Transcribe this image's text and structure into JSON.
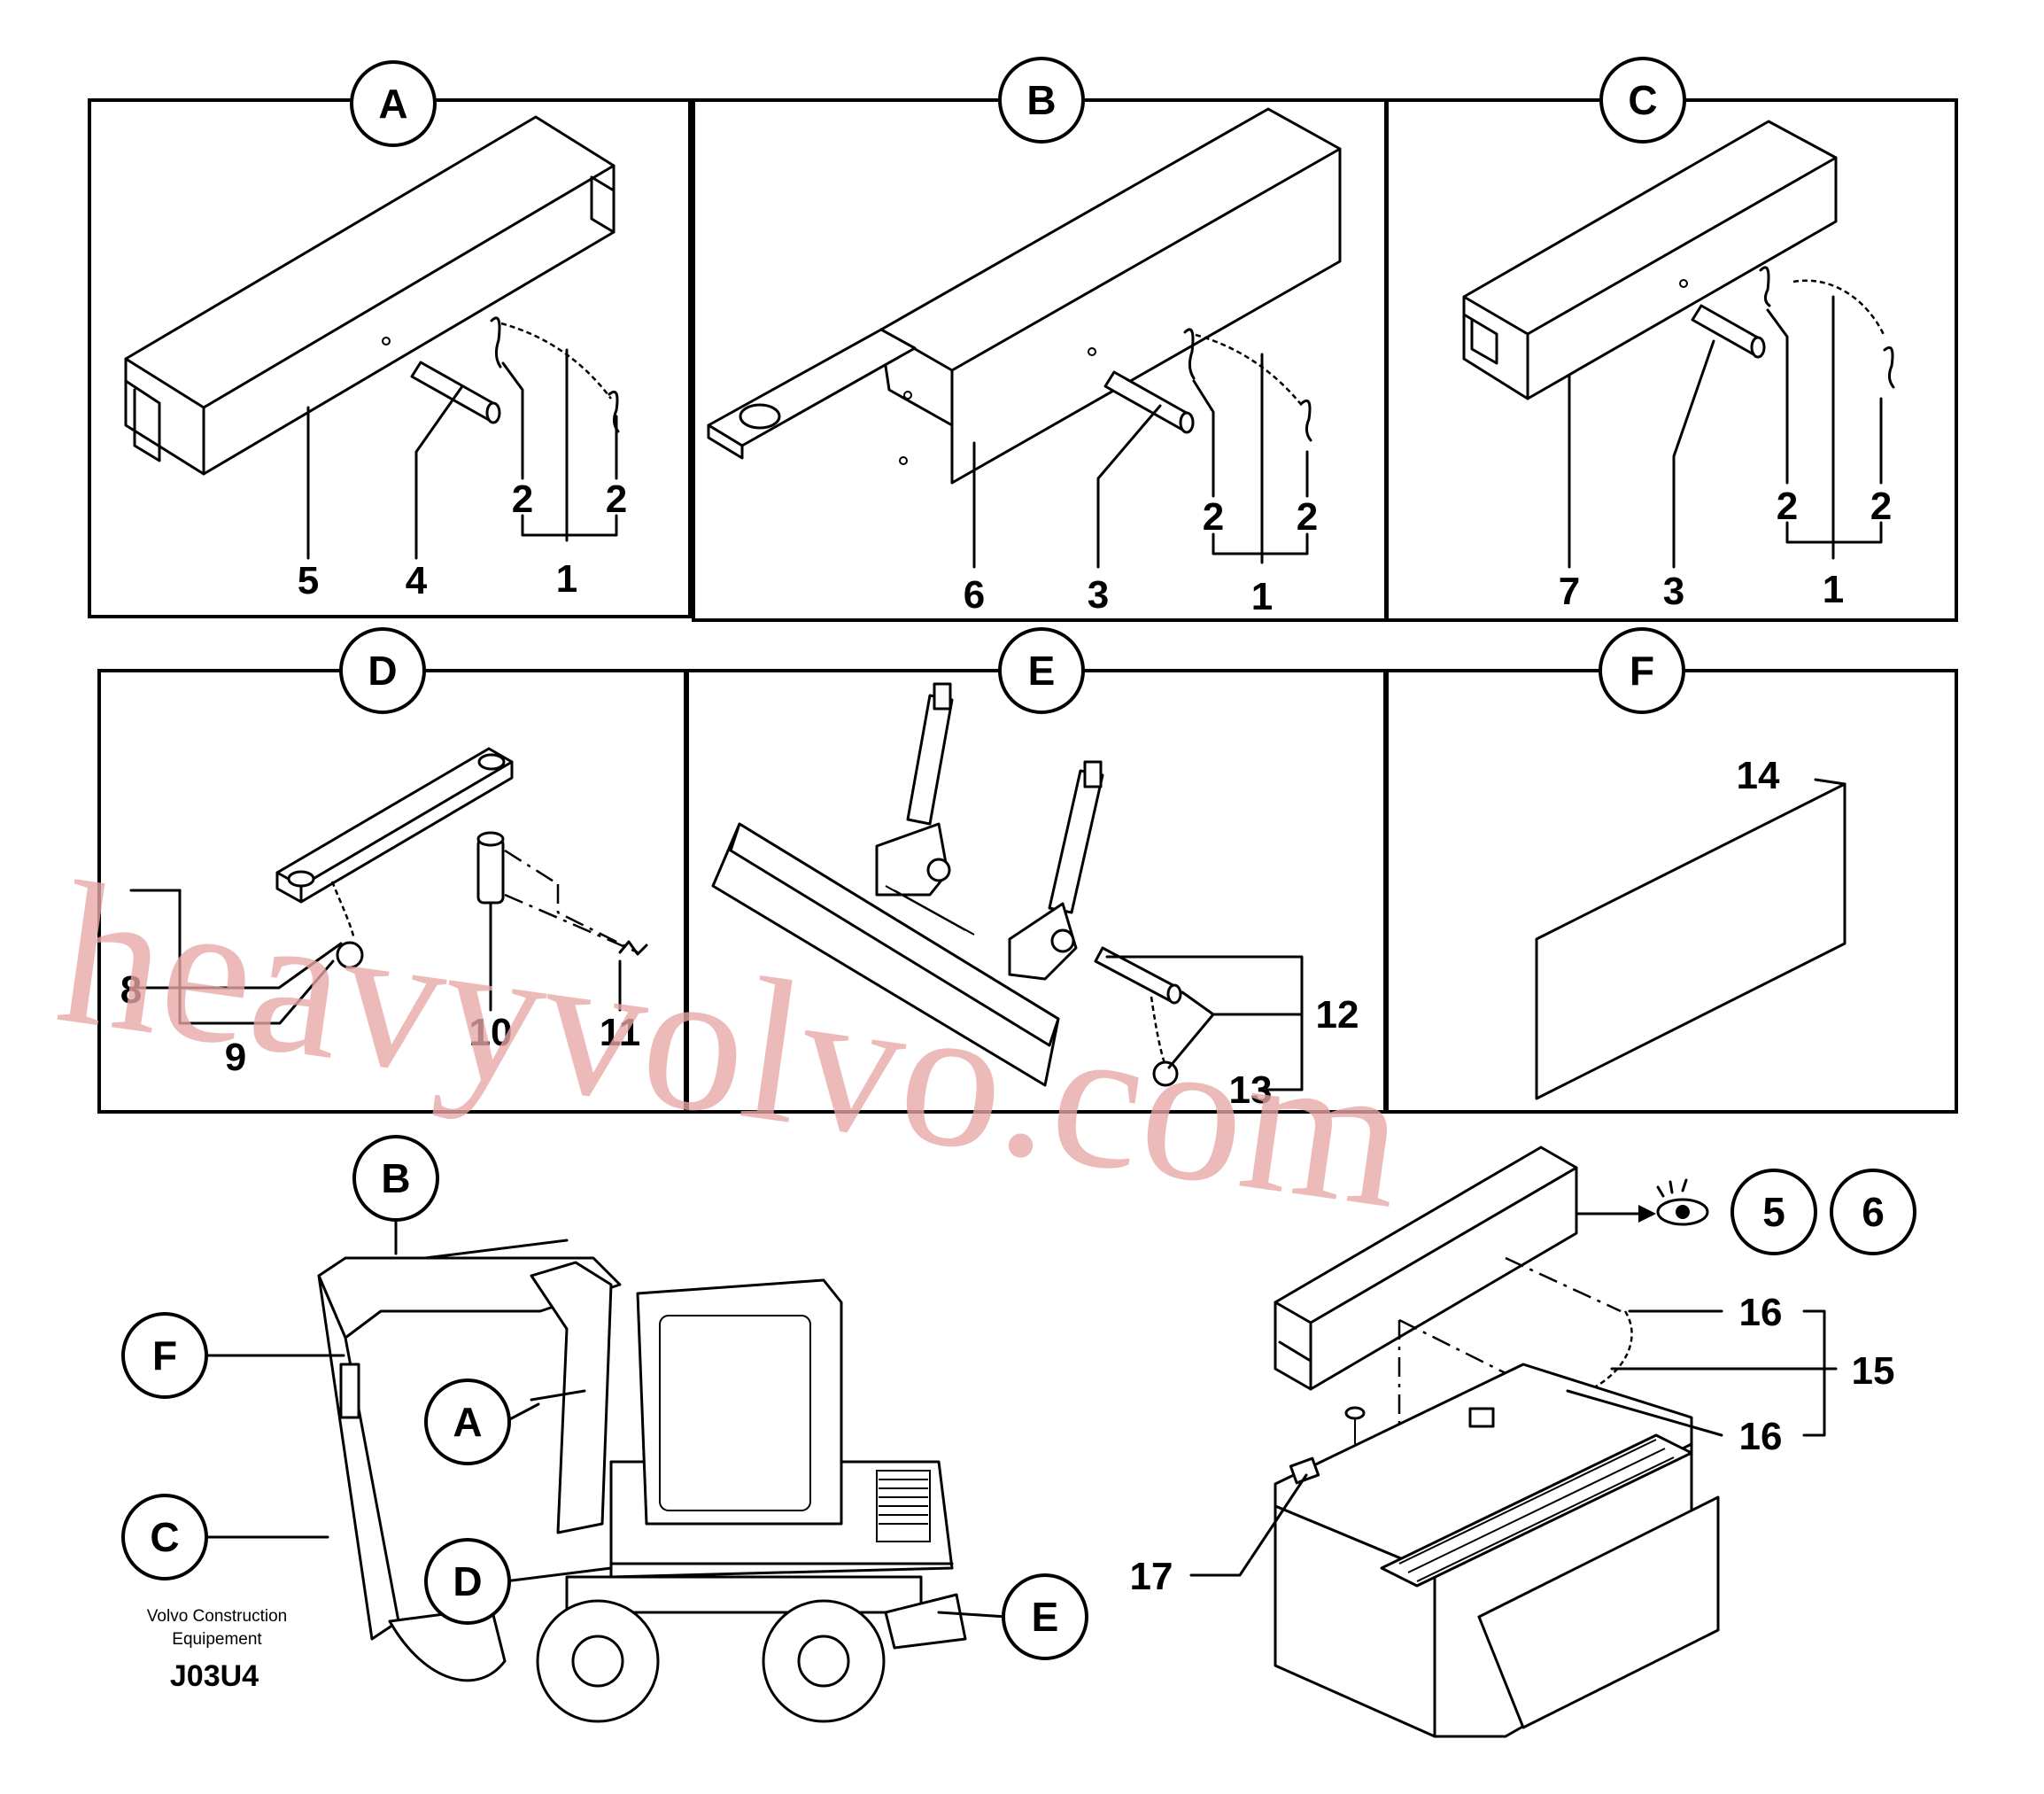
{
  "panels": {
    "A": {
      "title": "A",
      "numbers": [
        "5",
        "4",
        "2",
        "2",
        "1"
      ]
    },
    "B": {
      "title": "B",
      "numbers": [
        "6",
        "3",
        "2",
        "2",
        "1"
      ]
    },
    "C": {
      "title": "C",
      "numbers": [
        "7",
        "3",
        "2",
        "2",
        "1"
      ]
    },
    "D": {
      "title": "D",
      "numbers": [
        "8",
        "9",
        "10",
        "11"
      ]
    },
    "E": {
      "title": "E",
      "numbers": [
        "12",
        "13"
      ]
    },
    "F": {
      "title": "F",
      "numbers": [
        "14"
      ]
    }
  },
  "overview": {
    "callouts": [
      "B",
      "F",
      "A",
      "C",
      "D",
      "E"
    ],
    "credit_line1": "Volvo Construction",
    "credit_line2": "Equipement",
    "drawing_code": "J03U4"
  },
  "detail": {
    "callouts": [
      "5",
      "6"
    ],
    "numbers": [
      "16",
      "15",
      "16",
      "17"
    ]
  },
  "watermark": "heavyvolvo.com"
}
